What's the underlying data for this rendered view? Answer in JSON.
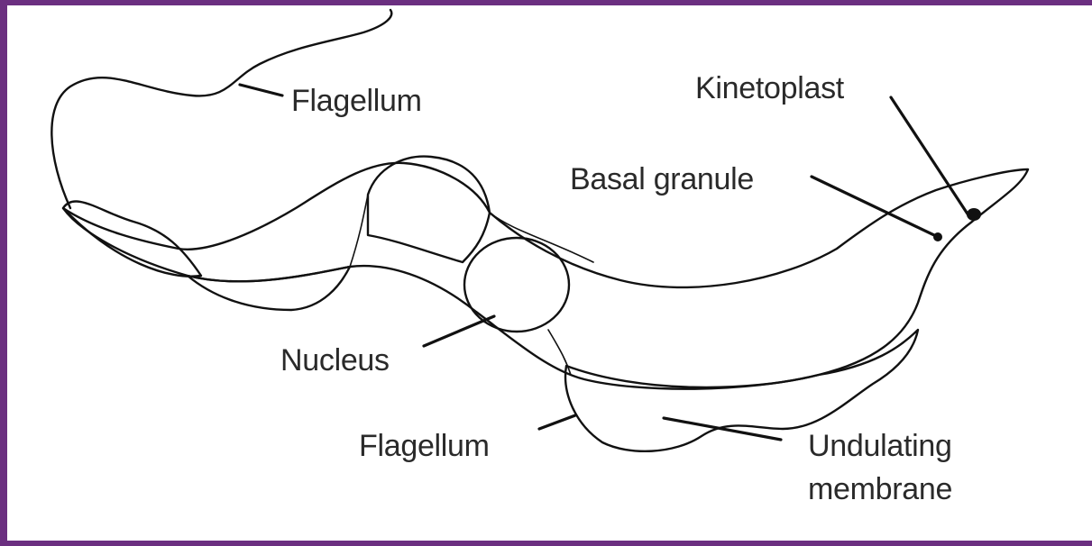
{
  "labels": {
    "flagellum_top": "Flagellum",
    "kinetoplast": "Kinetoplast",
    "basal_granule": "Basal granule",
    "nucleus": "Nucleus",
    "flagellum_bottom": "Flagellum",
    "undulating_line1": "Undulating",
    "undulating_line2": "membrane"
  },
  "colors": {
    "frame": "#6b2f80",
    "ink": "#111111",
    "background": "#ffffff"
  }
}
